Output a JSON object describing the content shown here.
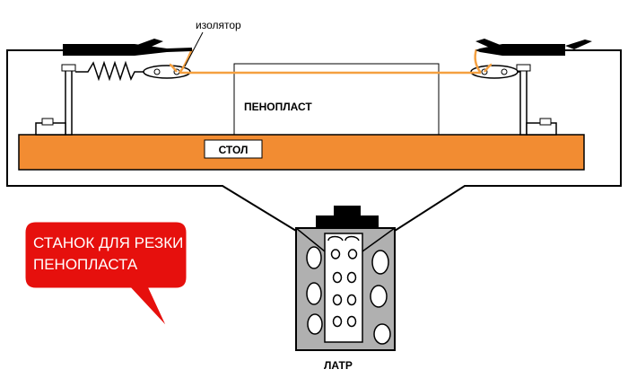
{
  "labels": {
    "insulator": "изолятор",
    "foam": "ПЕНОПЛАСТ",
    "table": "СТОЛ",
    "latr": "ЛАТР"
  },
  "callout": {
    "line1": "СТАНОК ДЛЯ РЕЗКИ",
    "line2": "ПЕНОПЛАСТА"
  },
  "colors": {
    "table": "#f28c32",
    "wire": "#f5a040",
    "callout": "#e6100d",
    "latr_body": "#b0b0b0",
    "outline": "#000000"
  }
}
